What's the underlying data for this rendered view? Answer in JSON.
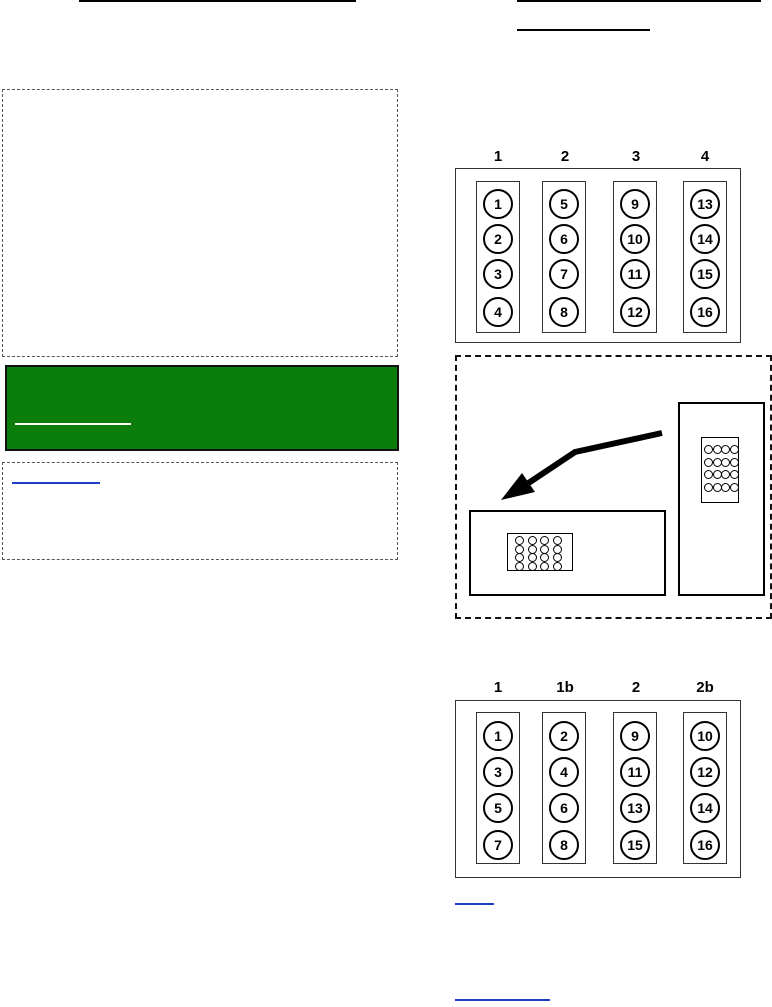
{
  "plate_sequential": {
    "column_labels": [
      "1",
      "2",
      "3",
      "4"
    ],
    "columns": [
      [
        "1",
        "2",
        "3",
        "4"
      ],
      [
        "5",
        "6",
        "7",
        "8"
      ],
      [
        "9",
        "10",
        "11",
        "12"
      ],
      [
        "13",
        "14",
        "15",
        "16"
      ]
    ]
  },
  "plate_interleaved": {
    "column_labels": [
      "1",
      "1b",
      "2",
      "2b"
    ],
    "columns": [
      [
        "1",
        "3",
        "5",
        "7"
      ],
      [
        "2",
        "4",
        "6",
        "8"
      ],
      [
        "9",
        "11",
        "13",
        "15"
      ],
      [
        "10",
        "12",
        "14",
        "16"
      ]
    ]
  },
  "colors": {
    "green_panel": "#0a7d0a",
    "link": "#1f3fc4",
    "outline": "#000000"
  }
}
